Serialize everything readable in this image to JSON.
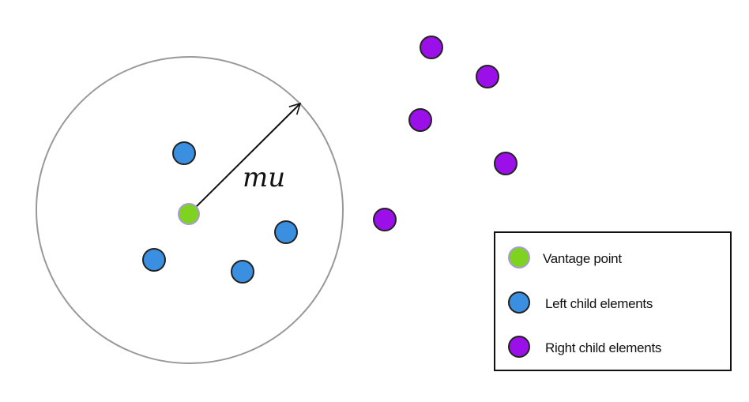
{
  "diagram": {
    "radius_label": "mu",
    "colors": {
      "vantage": "#7ed321",
      "left": "#3a8fe0",
      "right": "#9b10e8",
      "circle": "#999999",
      "arrow": "#111111",
      "point_stroke": "#222222"
    }
  },
  "legend": {
    "items": [
      {
        "label": "Vantage point",
        "color": "#7ed321"
      },
      {
        "label": "Left child elements",
        "color": "#3a8fe0"
      },
      {
        "label": "Right child elements",
        "color": "#9b10e8"
      }
    ]
  }
}
